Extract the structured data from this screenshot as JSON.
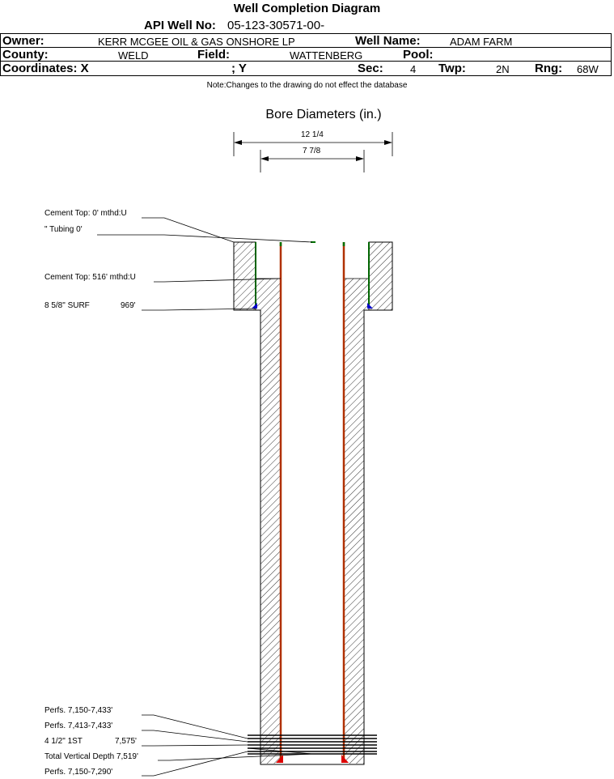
{
  "header": {
    "title": "Well Completion Diagram",
    "api_label": "API Well No:",
    "api_value": "05-123-30571-00-",
    "owner_label": "Owner:",
    "owner_value": "KERR MCGEE OIL & GAS ONSHORE LP",
    "well_name_label": "Well Name:",
    "well_name_value": "ADAM FARM",
    "county_label": "County:",
    "county_value": "WELD",
    "field_label": "Field:",
    "field_value": "WATTENBERG",
    "pool_label": "Pool:",
    "pool_value": "",
    "coords_label": "Coordinates: X",
    "coords_y_label": "; Y",
    "sec_label": "Sec:",
    "sec_value": "4",
    "twp_label": "Twp:",
    "twp_value": "2N",
    "rng_label": "Rng:",
    "rng_value": "68W"
  },
  "note": "Note:Changes to the drawing do not effect the database",
  "bore": {
    "title": "Bore Diameters (in.)",
    "outer_dim": "12 1/4",
    "inner_dim": "7 7/8"
  },
  "annotations": {
    "cement_top_1": "Cement Top: 0' mthd:U",
    "tubing": "\" Tubing 0'",
    "cement_top_2": "Cement Top: 516' mthd:U",
    "surf_casing": "8 5/8\" SURF",
    "surf_depth": "969'",
    "perfs_1": "Perfs. 7,150-7,433'",
    "perfs_2": "Perfs. 7,413-7,433'",
    "prod_casing": "4 1/2\" 1ST",
    "prod_depth": "7,575'",
    "tvd": "Total Vertical Depth 7,519'",
    "perfs_3": "Perfs. 7,150-7,290'"
  },
  "colors": {
    "surface_casing": "#006400",
    "production_casing": "#b03000",
    "shoe_surface": "#0000cc",
    "shoe_production": "#dd0000"
  }
}
